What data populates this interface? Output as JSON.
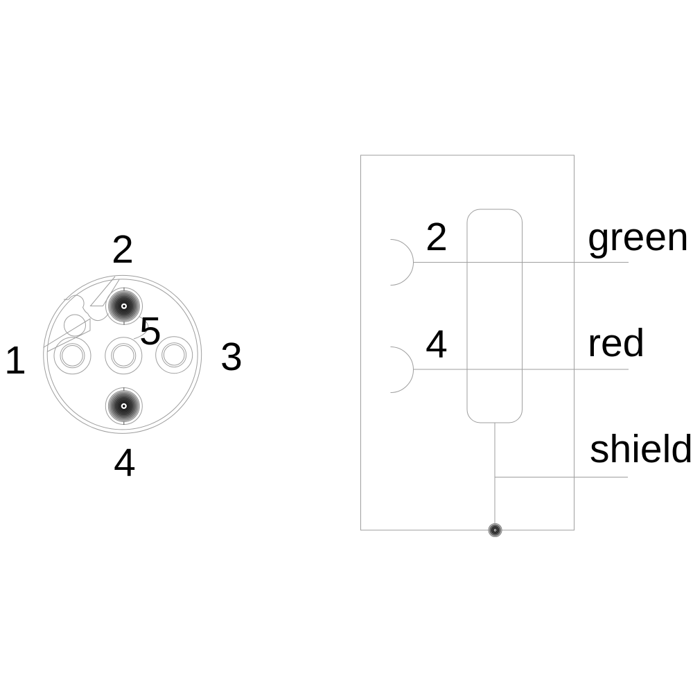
{
  "colors": {
    "background": "#ffffff",
    "line": "#9e9e9e",
    "text": "#000000",
    "contact_dark": "#2e2e2e",
    "contact_mid": "#6e6e6e",
    "contact_light": "#d6d6d6"
  },
  "connector_face": {
    "description": "5-pin circular connector face view with keyway",
    "pin_labels": {
      "pin1": "1",
      "pin2": "2",
      "pin3": "3",
      "pin4": "4",
      "pin5": "5"
    }
  },
  "wiring_diagram": {
    "pin_labels": {
      "pin2": "2",
      "pin4": "4"
    },
    "wire_labels": {
      "green": "green",
      "red": "red",
      "shield": "shield"
    },
    "connections": [
      {
        "pin": "2",
        "wire": "green"
      },
      {
        "pin": "4",
        "wire": "red"
      },
      {
        "pin": "shield",
        "wire": "shield"
      }
    ]
  }
}
